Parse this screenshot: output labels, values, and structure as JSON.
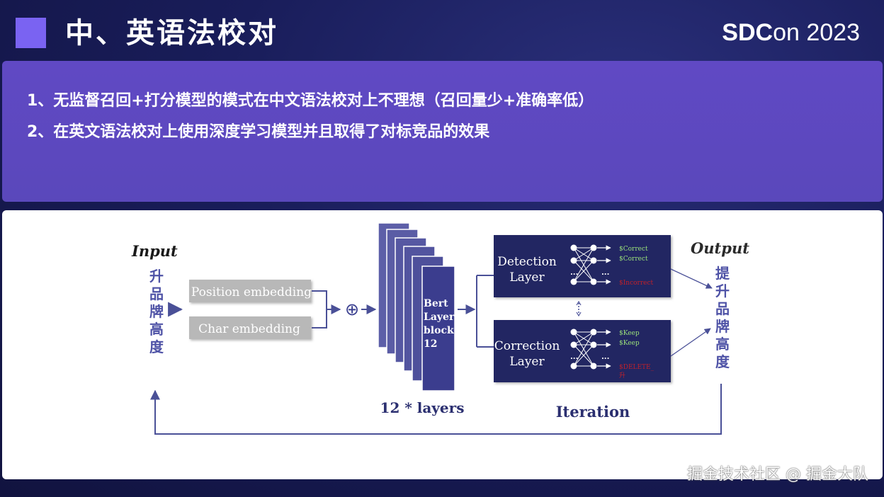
{
  "header": {
    "title": "中、英语法校对",
    "conference_bold": "SDC",
    "conference_rest": "on 2023"
  },
  "bullets": [
    "1、无监督召回+打分模型的模式在中文语法校对上不理想（召回量少+准确率低）",
    "2、在英文语法校对上使用深度学习模型并且取得了对标竞品的效果"
  ],
  "diagram": {
    "input_label": "Input",
    "input_chars": [
      "升",
      "品",
      "牌",
      "高",
      "度"
    ],
    "embeddings": [
      "Position embedding",
      "Char embedding"
    ],
    "plus_symbol": "⊕",
    "bert_lines": [
      "Bert",
      "Layer",
      "block",
      "12"
    ],
    "layers_caption": "12 * layers",
    "detection": {
      "label_lines": [
        "Detection",
        "Layer"
      ],
      "outputs": [
        "$Correct",
        "$Correct",
        "$Incorrect"
      ]
    },
    "correction": {
      "label_lines": [
        "Correction",
        "Layer"
      ],
      "outputs": [
        "$Keep",
        "$Keep",
        "$DELETE_",
        "升"
      ]
    },
    "ellipsis": "...",
    "iteration_label": "Iteration",
    "output_label": "Output",
    "output_chars": [
      "提",
      "升",
      "品",
      "牌",
      "高",
      "度"
    ]
  },
  "colors": {
    "accent": "#7a63f2",
    "navy": "#1f255f",
    "label_blue": "#3a3f8f",
    "green": "#9be07a",
    "red": "#c0202a"
  },
  "watermark": "掘金技术社区 @ 掘金大队"
}
